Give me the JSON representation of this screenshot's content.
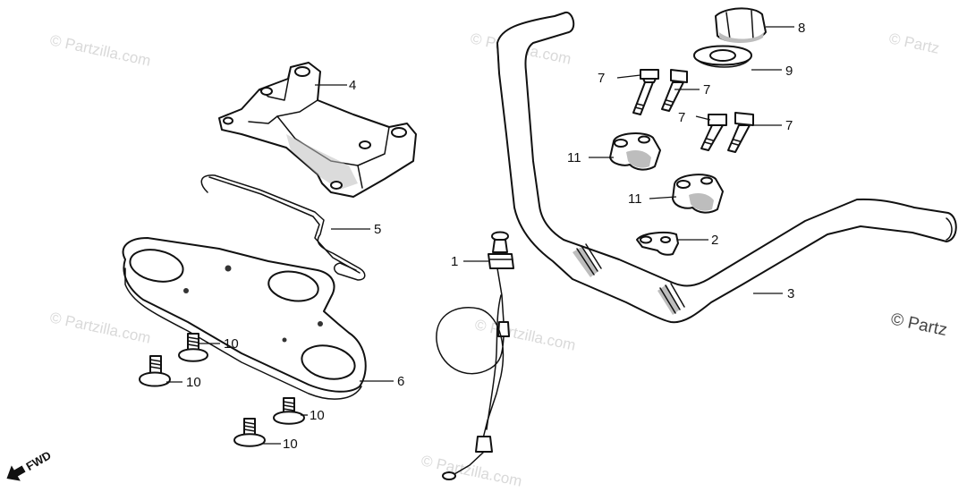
{
  "watermarks": {
    "w1": "© Partzilla.com",
    "w2": "© Partzilla.com",
    "w3": "© Partzilla.com",
    "w4": "© Partzilla.com",
    "w5": "© Partzilla.com",
    "w6": "© Partz",
    "w7": "© Partz"
  },
  "fwd_label": "FWD",
  "callouts": {
    "c1": "1",
    "c2": "2",
    "c3": "3",
    "c4": "4",
    "c5": "5",
    "c6": "6",
    "c7a": "7",
    "c7b": "7",
    "c7c": "7",
    "c7d": "7",
    "c8": "8",
    "c9": "9",
    "c10a": "10",
    "c10b": "10",
    "c10c": "10",
    "c10d": "10",
    "c11a": "11",
    "c11b": "11"
  },
  "colors": {
    "line": "#111111",
    "shade": "#bdbdbd",
    "watermark": "#d9d9d9"
  }
}
